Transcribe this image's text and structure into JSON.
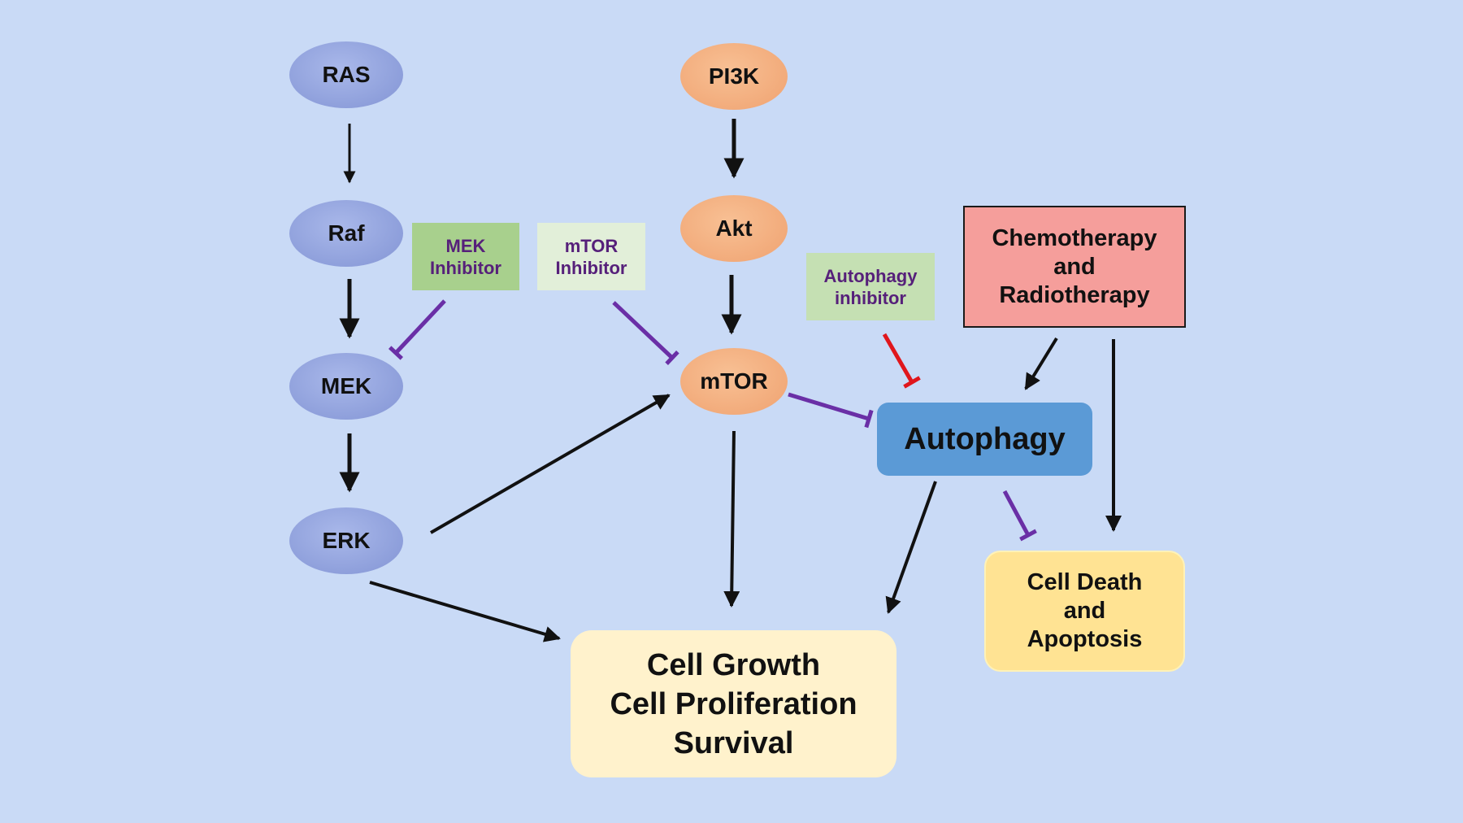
{
  "colors": {
    "background": "#c9daf6",
    "ras_pathway": "#8e9fdb",
    "pi3k_pathway": "#f2ab7b",
    "activation_arrow": "#111111",
    "inhibition_purple": "#6a2fa6",
    "inhibition_red": "#e0161c",
    "autophagy": "#5b9ad6",
    "chemo": "#f59e9b",
    "cell_death": "#ffe393",
    "cell_growth": "#fff2cc",
    "mek_inhibitor": "#a8d08d",
    "mtor_inhibitor": "#e2efd9",
    "autophagy_inhibitor": "#c5e0b3"
  },
  "nodes": {
    "ras": "RAS",
    "raf": "Raf",
    "mek": "MEK",
    "erk": "ERK",
    "pi3k": "PI3K",
    "akt": "Akt",
    "mtor": "mTOR",
    "autophagy": "Autophagy",
    "mek_inhibitor": [
      "MEK",
      "Inhibitor"
    ],
    "mtor_inhibitor": [
      "mTOR",
      "Inhibitor"
    ],
    "autophagy_inhibitor": [
      "Autophagy",
      "inhibitor"
    ],
    "chemo_radio": [
      "Chemotherapy",
      "and",
      "Radiotherapy"
    ],
    "cell_death": [
      "Cell Death",
      "and",
      "Apoptosis"
    ],
    "cell_growth": [
      "Cell Growth",
      "Cell Proliferation",
      "Survival"
    ]
  },
  "edges": [
    {
      "from": "RAS",
      "to": "Raf",
      "type": "activation"
    },
    {
      "from": "Raf",
      "to": "MEK",
      "type": "activation"
    },
    {
      "from": "MEK",
      "to": "ERK",
      "type": "activation"
    },
    {
      "from": "PI3K",
      "to": "Akt",
      "type": "activation"
    },
    {
      "from": "Akt",
      "to": "mTOR",
      "type": "activation"
    },
    {
      "from": "ERK",
      "to": "mTOR",
      "type": "activation"
    },
    {
      "from": "ERK",
      "to": "Cell Growth",
      "type": "activation"
    },
    {
      "from": "mTOR",
      "to": "Cell Growth",
      "type": "activation"
    },
    {
      "from": "Autophagy",
      "to": "Cell Growth",
      "type": "activation"
    },
    {
      "from": "Chemotherapy and Radiotherapy",
      "to": "Autophagy",
      "type": "activation"
    },
    {
      "from": "Chemotherapy and Radiotherapy",
      "to": "Cell Death",
      "type": "activation"
    },
    {
      "from": "MEK Inhibitor",
      "to": "MEK",
      "type": "inhibition"
    },
    {
      "from": "mTOR Inhibitor",
      "to": "mTOR",
      "type": "inhibition"
    },
    {
      "from": "mTOR",
      "to": "Autophagy",
      "type": "inhibition"
    },
    {
      "from": "Autophagy inhibitor",
      "to": "Autophagy",
      "type": "inhibition"
    },
    {
      "from": "Autophagy",
      "to": "Cell Death",
      "type": "inhibition"
    }
  ]
}
